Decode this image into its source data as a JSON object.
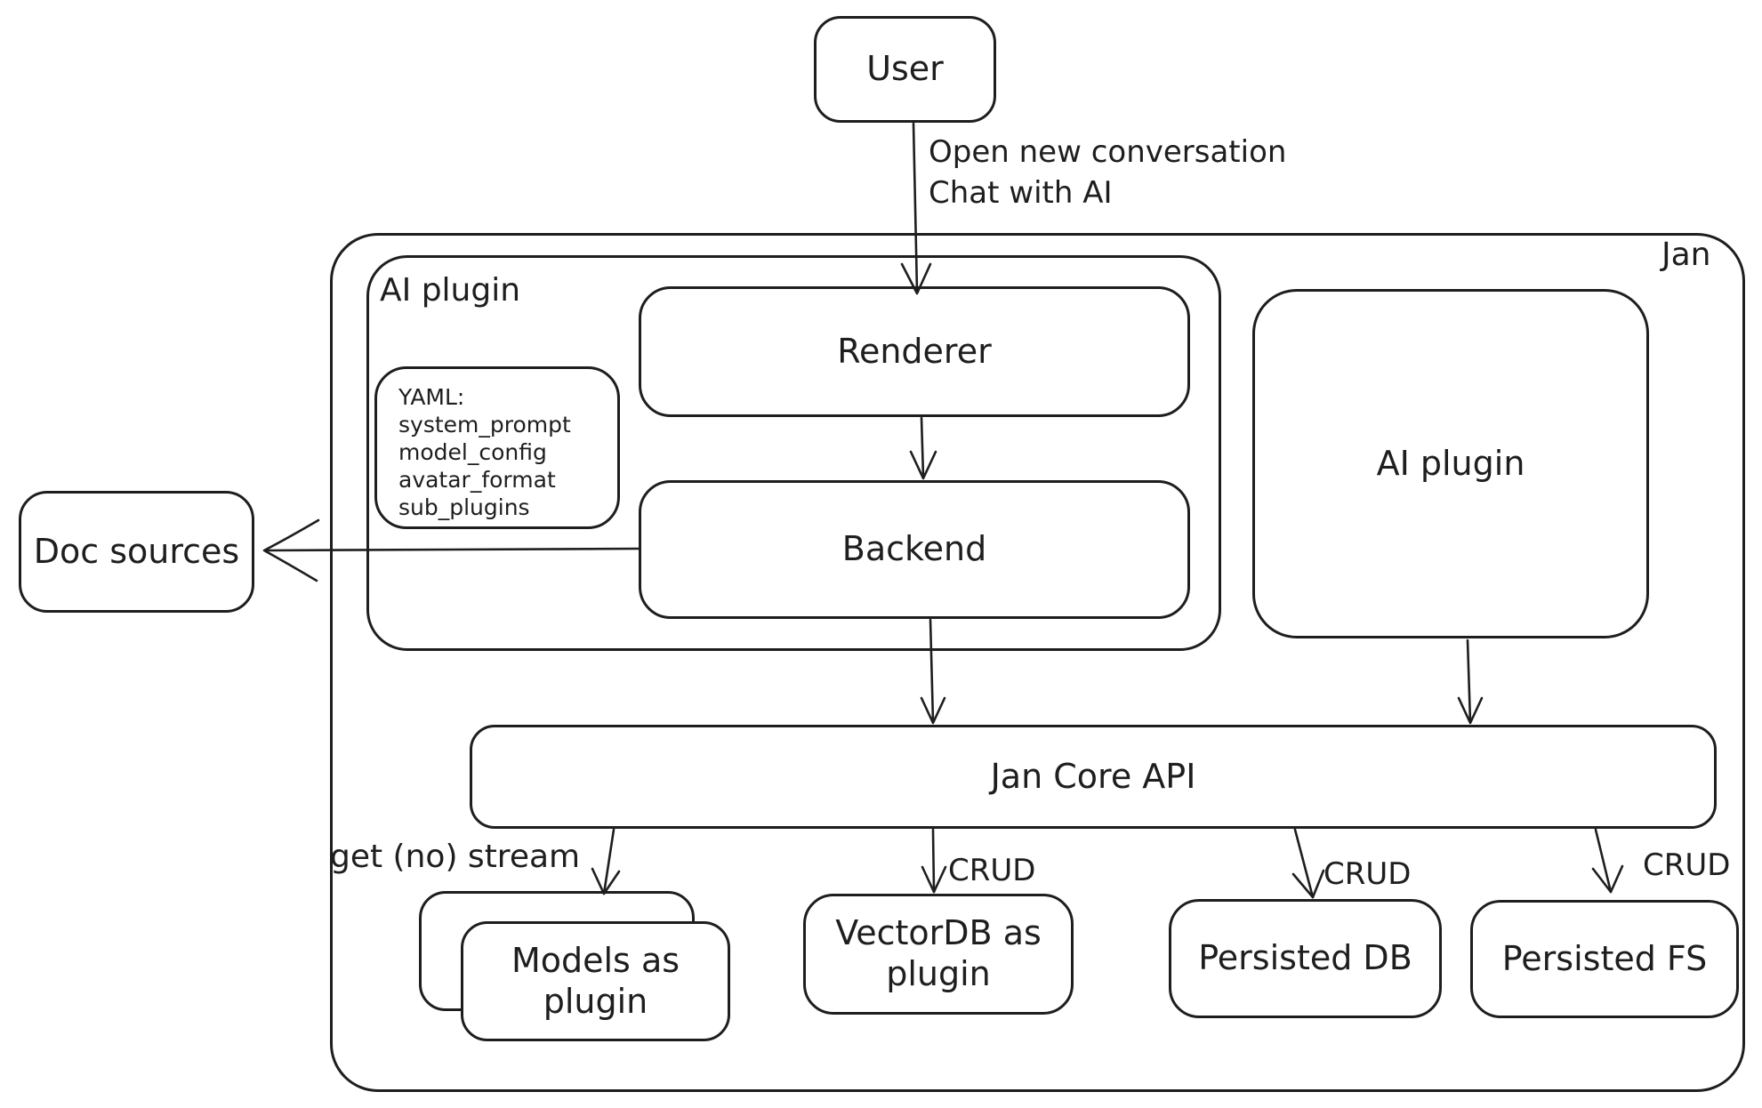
{
  "diagram": {
    "background_color": "#ffffff",
    "stroke_color": "#1e1e1e",
    "nodes": {
      "user": {
        "label": "User"
      },
      "jan_container": {
        "label": "Jan"
      },
      "ai_plugin_container": {
        "label": "AI plugin"
      },
      "renderer": {
        "label": "Renderer"
      },
      "backend": {
        "label": "Backend"
      },
      "yaml_note": {
        "lines": [
          "YAML:",
          "system_prompt",
          "model_config",
          "avatar_format",
          "sub_plugins"
        ]
      },
      "ai_plugin_right": {
        "label": "AI plugin"
      },
      "doc_sources": {
        "label": "Doc sources"
      },
      "jan_core_api": {
        "label": "Jan Core API"
      },
      "models_as_plugin": {
        "label": "Models as plugin"
      },
      "vectordb_as_plugin": {
        "label": "VectorDB as plugin"
      },
      "persisted_db": {
        "label": "Persisted DB"
      },
      "persisted_fs": {
        "label": "Persisted FS"
      }
    },
    "edges": {
      "user_to_renderer": {
        "label_line1": "Open new conversation",
        "label_line2": "Chat with AI"
      },
      "core_to_models": {
        "label": "get (no) stream"
      },
      "core_to_vectordb": {
        "label": "CRUD"
      },
      "core_to_persisted_db": {
        "label": "CRUD"
      },
      "core_to_persisted_fs": {
        "label": "CRUD"
      }
    }
  }
}
